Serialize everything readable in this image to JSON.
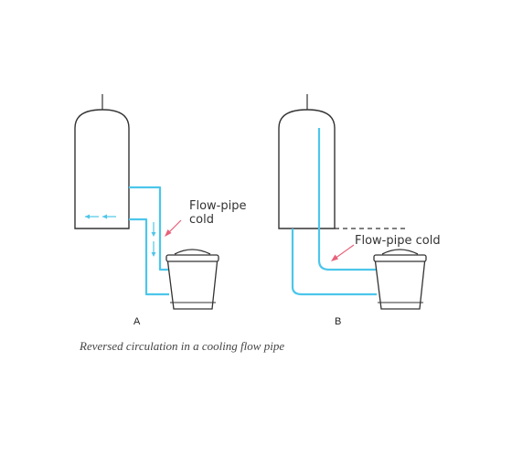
{
  "colors": {
    "water": "#4cc6ea",
    "outline": "#333333",
    "arrow": "#e8607a"
  },
  "diagram_a": {
    "letter": "A",
    "label_line1": "Flow-pipe",
    "label_line2": "cold"
  },
  "diagram_b": {
    "letter": "B",
    "label": "Flow-pipe cold"
  },
  "caption": "Reversed circulation in a cooling flow pipe"
}
